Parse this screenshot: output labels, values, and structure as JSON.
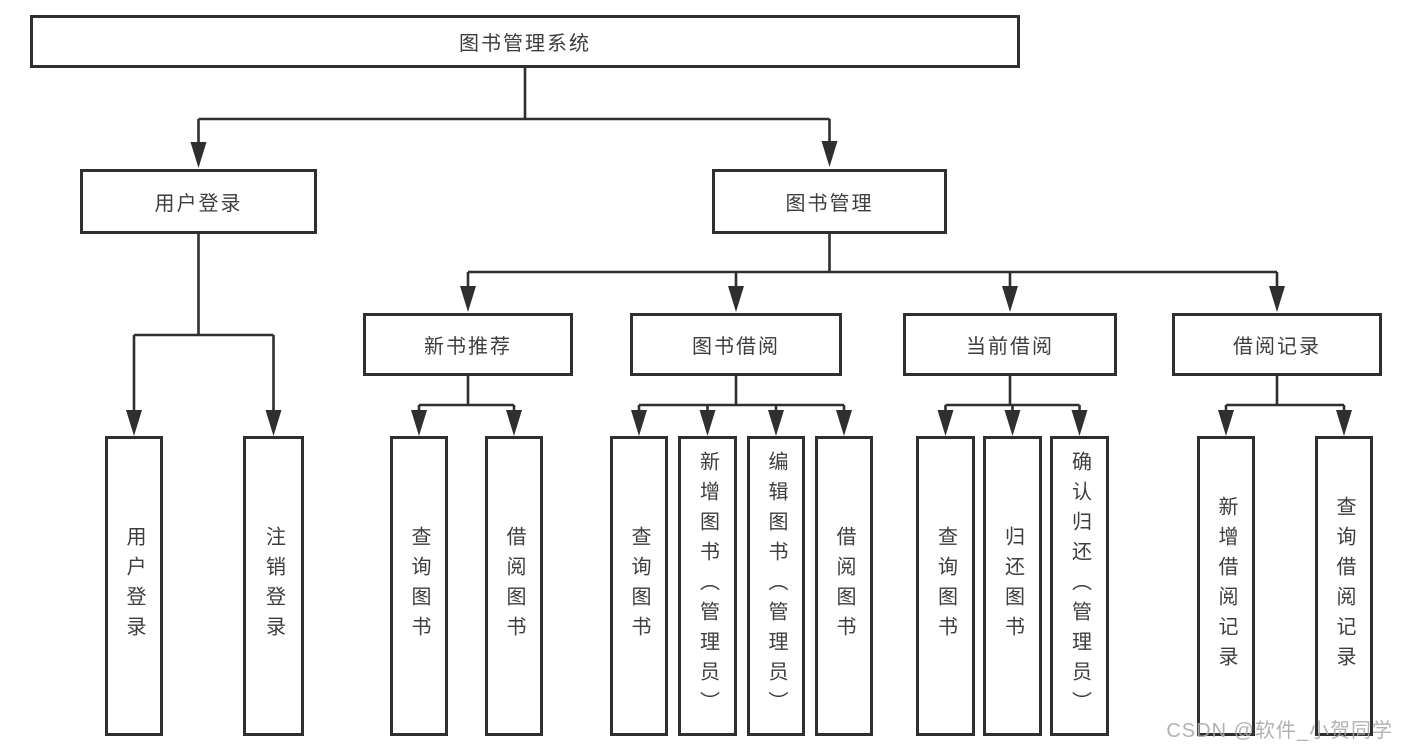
{
  "nodes": {
    "root": "图书管理系统",
    "user_login": "用户登录",
    "book_management": "图书管理",
    "new_book_recommend": "新书推荐",
    "book_borrowing": "图书借阅",
    "current_borrowing": "当前借阅",
    "borrowing_records": "借阅记录",
    "leaf_user_login": "用户登录",
    "leaf_logout": "注销登录",
    "leaf_query_books_a": "查询图书",
    "leaf_borrow_books_a": "借阅图书",
    "leaf_query_books_b": "查询图书",
    "leaf_add_book_admin": "新增图书（管理员）",
    "leaf_edit_book_admin": "编辑图书（管理员）",
    "leaf_borrow_books_b": "借阅图书",
    "leaf_query_books_c": "查询图书",
    "leaf_return_book": "归还图书",
    "leaf_confirm_return_admin": "确认归还（管理员）",
    "leaf_add_borrow_record": "新增借阅记录",
    "leaf_query_borrow_record": "查询借阅记录"
  },
  "structure": {
    "图书管理系统": {
      "用户登录": [
        "用户登录",
        "注销登录"
      ],
      "图书管理": {
        "新书推荐": [
          "查询图书",
          "借阅图书"
        ],
        "图书借阅": [
          "查询图书",
          "新增图书（管理员）",
          "编辑图书（管理员）",
          "借阅图书"
        ],
        "当前借阅": [
          "查询图书",
          "归还图书",
          "确认归还（管理员）"
        ],
        "借阅记录": [
          "新增借阅记录",
          "查询借阅记录"
        ]
      }
    }
  },
  "watermark": "CSDN @软件_小贺同学",
  "colors": {
    "line": "#2f2f2f",
    "text": "#3d3d3d",
    "background": "#ffffff",
    "watermark": "#aaaaaa"
  }
}
